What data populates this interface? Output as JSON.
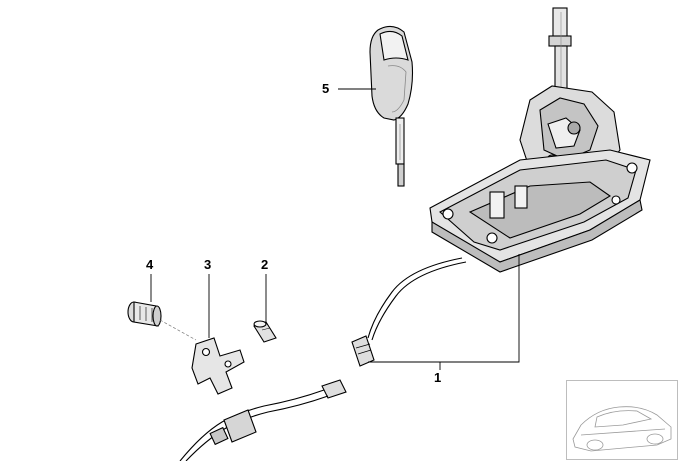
{
  "callouts": {
    "part_1": "1",
    "part_2": "2",
    "part_3": "3",
    "part_4": "4",
    "part_5": "5"
  },
  "colors": {
    "line": "#000000",
    "part_shade": "#d9d9d9",
    "part_dark": "#7a7a7a",
    "background": "#ffffff",
    "thumbnail_border": "#bdbdbd"
  }
}
